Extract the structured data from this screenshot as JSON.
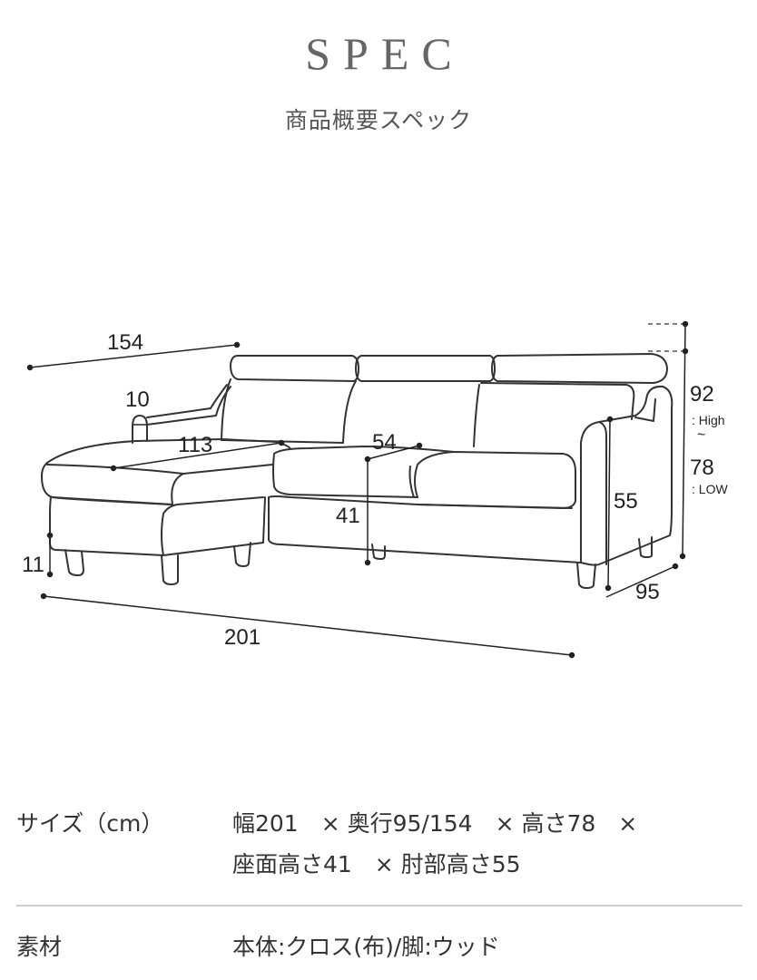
{
  "header": {
    "title": "SPEC",
    "subtitle": "商品概要スペック"
  },
  "diagram": {
    "dimensions": {
      "chaise_depth": "154",
      "arm_width": "10",
      "chaise_seat_depth": "113",
      "seat_depth": "54",
      "height_high": "92",
      "high_label": ": High",
      "tilde": "~",
      "height_low": "78",
      "low_label": ": LOW",
      "armrest_height": "55",
      "seat_height": "41",
      "leg_height": "11",
      "depth": "95",
      "width": "201"
    }
  },
  "spec": {
    "rows": [
      {
        "label": "サイズ（cm）",
        "value_line1": "幅201　× 奥行95/154　× 高さ78　×",
        "value_line2": "座面高さ41　× 肘部高さ55"
      },
      {
        "label": "素材",
        "value_line1": "本体:クロス(布)/脚:ウッド"
      }
    ]
  }
}
